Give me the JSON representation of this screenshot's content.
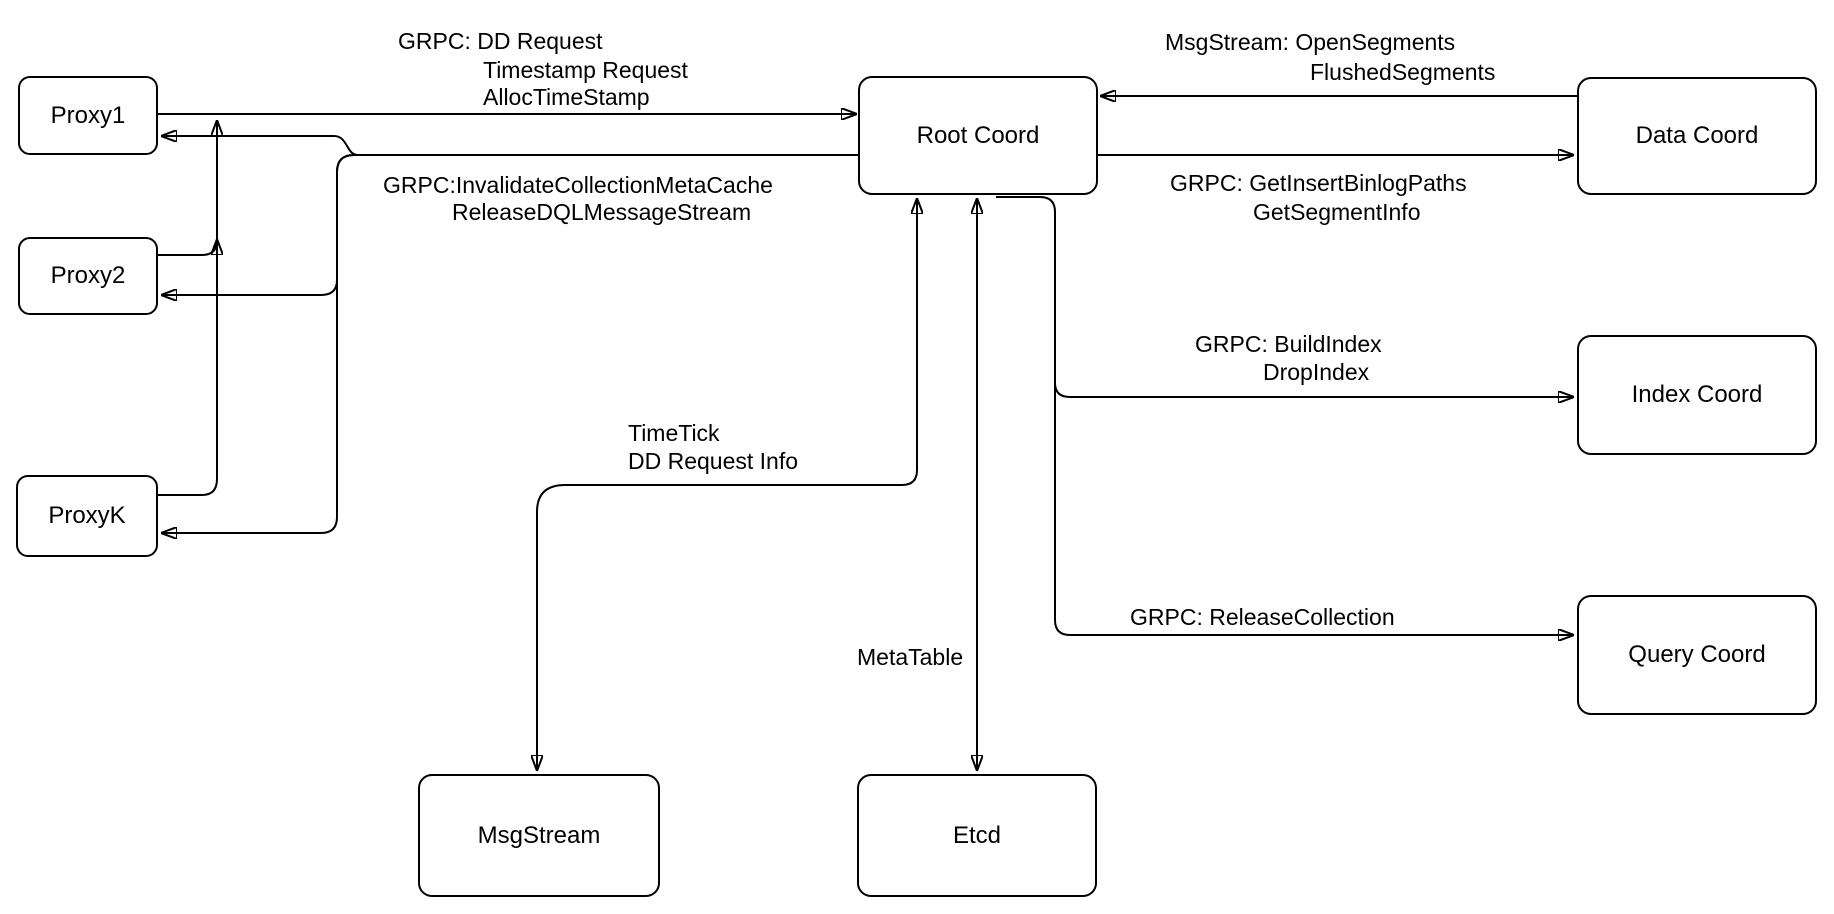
{
  "diagram": {
    "background": "#ffffff",
    "stroke_color": "#000000",
    "text_color": "#000000",
    "nodes": {
      "proxy1": {
        "label": "Proxy1"
      },
      "proxy2": {
        "label": "Proxy2"
      },
      "proxyk": {
        "label": "ProxyK"
      },
      "root_coord": {
        "label": "Root Coord"
      },
      "data_coord": {
        "label": "Data Coord"
      },
      "index_coord": {
        "label": "Index Coord"
      },
      "query_coord": {
        "label": "Query Coord"
      },
      "msgstream": {
        "label": "MsgStream"
      },
      "etcd": {
        "label": "Etcd"
      }
    },
    "edge_labels": {
      "proxy_to_root": [
        "GRPC: DD Request",
        "Timestamp Request",
        "AllocTimeStamp"
      ],
      "root_to_proxies": [
        "GRPC:InvalidateCollectionMetaCache",
        "ReleaseDQLMessageStream"
      ],
      "data_to_root": [
        "MsgStream: OpenSegments",
        "FlushedSegments"
      ],
      "root_to_data": [
        "GRPC: GetInsertBinlogPaths",
        "GetSegmentInfo"
      ],
      "root_to_index": [
        "GRPC: BuildIndex",
        "DropIndex"
      ],
      "root_to_query": [
        "GRPC: ReleaseCollection"
      ],
      "root_to_msgstream": [
        "TimeTick",
        "DD Request Info"
      ],
      "root_to_etcd": [
        "MetaTable"
      ]
    }
  }
}
